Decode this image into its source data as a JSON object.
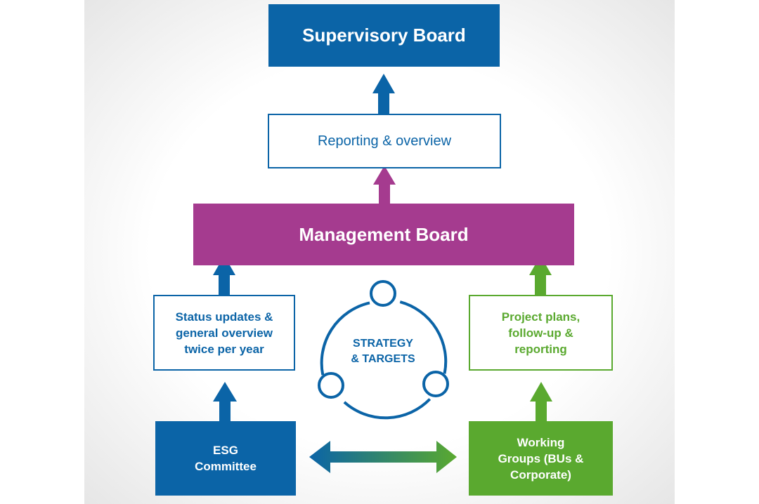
{
  "colors": {
    "blue": "#0b64a7",
    "purple": "#a53b8f",
    "green": "#5aa92f"
  },
  "nodes": {
    "supervisory_board": "Supervisory Board",
    "reporting_overview": "Reporting & overview",
    "management_board": "Management Board",
    "status_updates": "Status updates &\ngeneral overview\ntwice per year",
    "project_plans": "Project plans,\nfollow-up &\nreporting",
    "esg_committee": "ESG\nCommittee",
    "working_groups": "Working\nGroups (BUs &\nCorporate)",
    "strategy_targets": "STRATEGY\n& TARGETS"
  }
}
